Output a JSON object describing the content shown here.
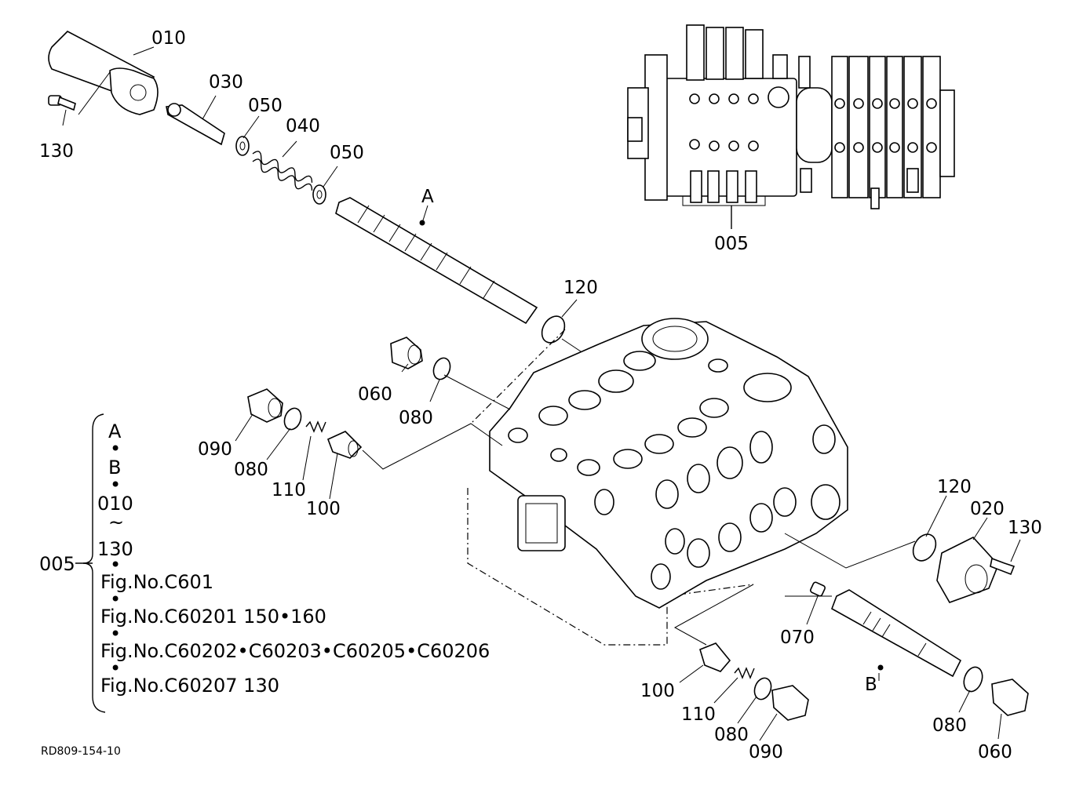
{
  "diagram": {
    "reference_code": "RD809-154-10",
    "part_labels": {
      "p010": "010",
      "p030": "030",
      "p050a": "050",
      "p040": "040",
      "p050b": "050",
      "p130a": "130",
      "pA": "A",
      "p005": "005",
      "p120a": "120",
      "p060a": "060",
      "p080a": "080",
      "p090a": "090",
      "p080b": "080",
      "p110a": "110",
      "p100a": "100",
      "p120b": "120",
      "p020": "020",
      "p130b": "130",
      "p070": "070",
      "pB": "B",
      "p100b": "100",
      "p110b": "110",
      "p080c": "080",
      "p090b": "090",
      "p080d": "080",
      "p060b": "060"
    },
    "legend": {
      "assembly": "005",
      "lines": [
        "A",
        "•",
        "B",
        "•",
        "010",
        "~",
        "130",
        "•",
        "Fig.No.C601",
        "•",
        "Fig.No.C60201  150•160",
        "•",
        "Fig.No.C60202•C60203•C60205•C60206",
        "•",
        "Fig.No.C60207  130"
      ]
    }
  }
}
